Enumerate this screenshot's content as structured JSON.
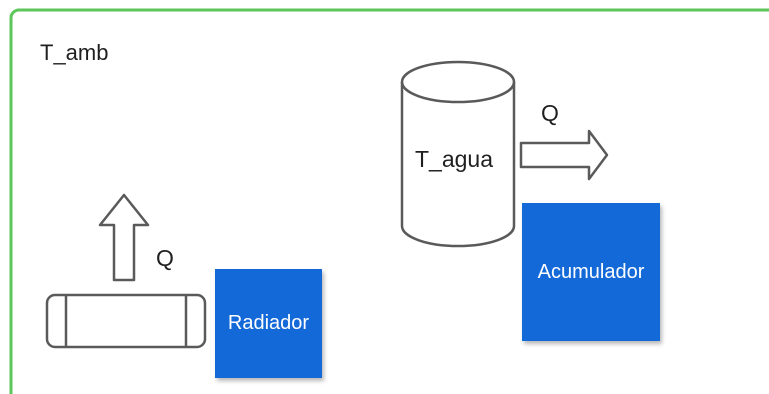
{
  "frame": {
    "border_color": "#5cc65a"
  },
  "ambient": {
    "label": "T_amb"
  },
  "tank": {
    "label": "T_agua",
    "arrow_label": "Q"
  },
  "radiator": {
    "arrow_label": "Q"
  },
  "notes": [
    {
      "label": "Acumulador",
      "color": "#1469d8"
    },
    {
      "label": "Radiador",
      "color": "#1469d8"
    }
  ]
}
